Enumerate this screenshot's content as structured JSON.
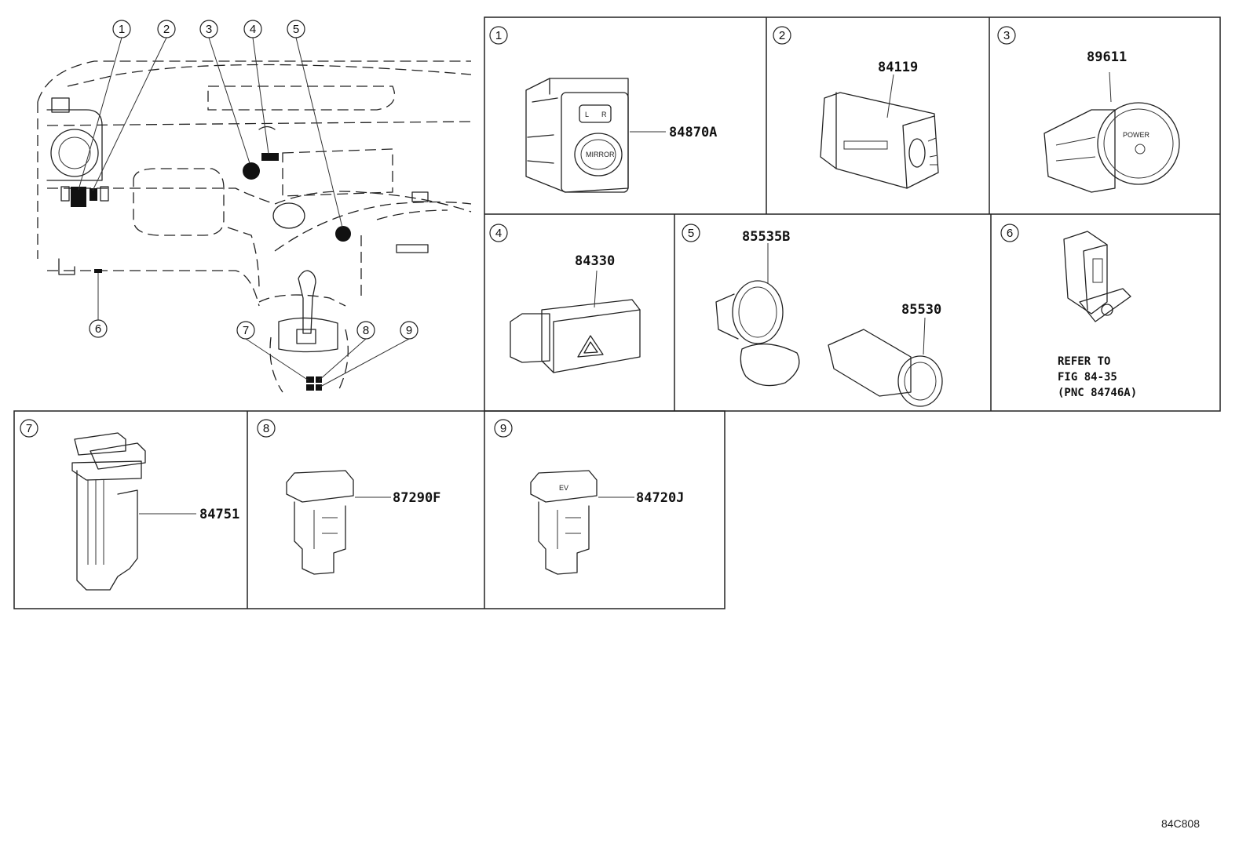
{
  "callouts": [
    "1",
    "2",
    "3",
    "4",
    "5",
    "6",
    "7",
    "8",
    "9"
  ],
  "panels": [
    {
      "index": "1",
      "part_numbers": [
        "84870A"
      ],
      "switch_text": [
        "MIRROR",
        "L",
        "R"
      ]
    },
    {
      "index": "2",
      "part_numbers": [
        "84119"
      ]
    },
    {
      "index": "3",
      "part_numbers": [
        "89611"
      ],
      "switch_text": [
        "POWER"
      ]
    },
    {
      "index": "4",
      "part_numbers": [
        "84330"
      ]
    },
    {
      "index": "5",
      "part_numbers": [
        "85535B",
        "85530"
      ]
    },
    {
      "index": "6",
      "part_numbers": [],
      "note": [
        "REFER TO",
        "FIG 84-35",
        "(PNC 84746A)"
      ]
    },
    {
      "index": "7",
      "part_numbers": [
        "84751"
      ]
    },
    {
      "index": "8",
      "part_numbers": [
        "87290F"
      ]
    },
    {
      "index": "9",
      "part_numbers": [
        "84720J"
      ],
      "switch_text": [
        "EV"
      ]
    }
  ],
  "drawing_code": "84C808"
}
